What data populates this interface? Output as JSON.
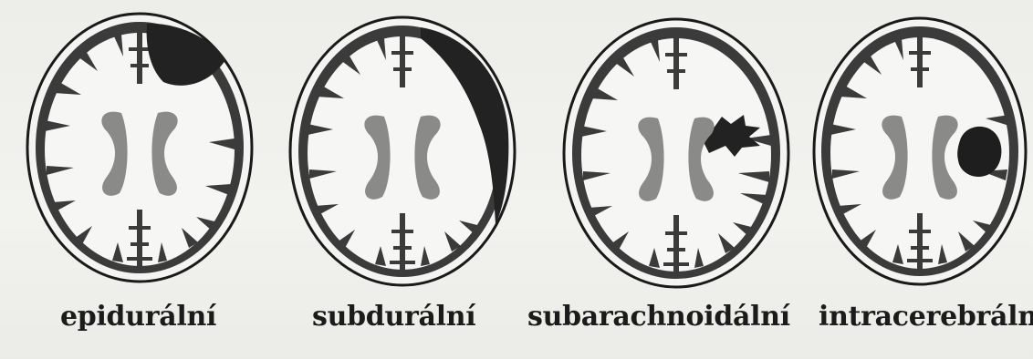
{
  "panels": [
    {
      "id": "epidural",
      "label": "epidurální"
    },
    {
      "id": "subdural",
      "label": "subdurální"
    },
    {
      "id": "subarachnoid",
      "label": "subarachnoidální"
    },
    {
      "id": "intracerebral",
      "label": "intracerebrální"
    }
  ],
  "colors": {
    "outline": "#1a1a1a",
    "brain": "#f6f6f4",
    "csf": "#3b3b3b",
    "ventricle": "#8a8a88",
    "hemorrhage": "#222222",
    "background": "#efefed"
  }
}
